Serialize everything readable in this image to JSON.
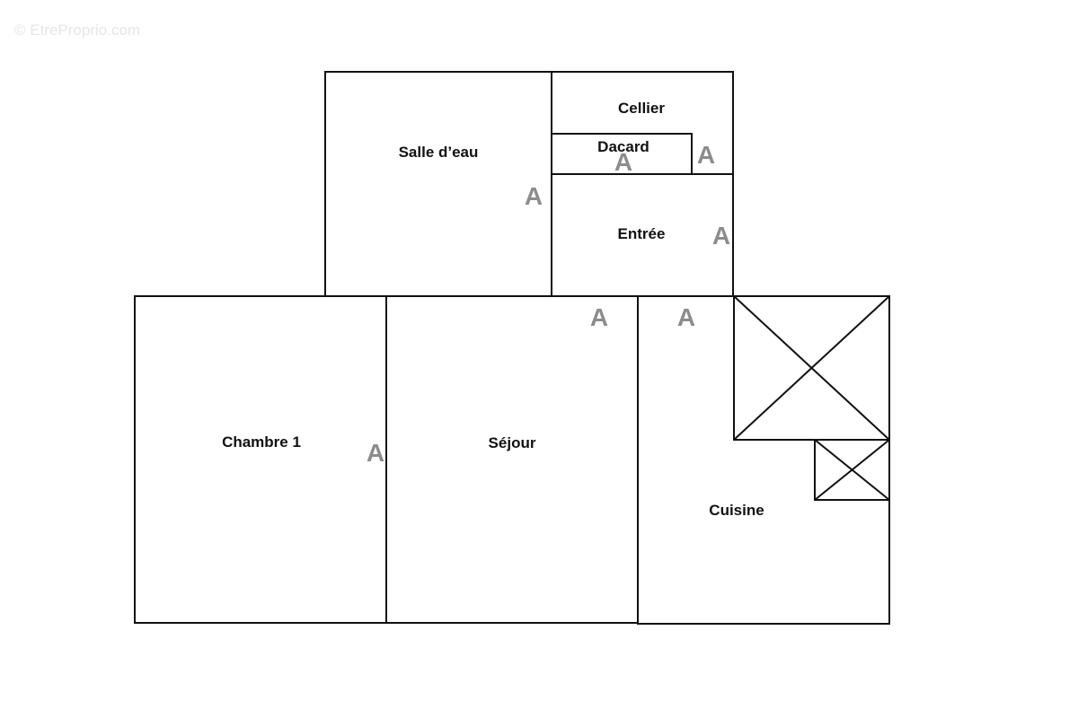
{
  "watermark": "© EtreProprio.com",
  "rooms": {
    "salle_deau": "Salle d’eau",
    "cellier": "Cellier",
    "dacard": "Dacard",
    "entree": "Entrée",
    "chambre1": "Chambre 1",
    "sejour": "Séjour",
    "cuisine": "Cuisine"
  },
  "door_marker": "A"
}
